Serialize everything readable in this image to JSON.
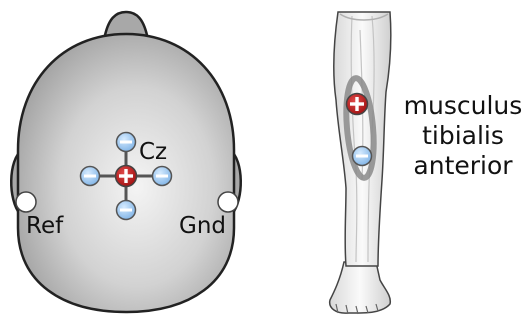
{
  "head_labels": {
    "cz": "Cz",
    "ref": "Ref",
    "gnd": "Gnd"
  },
  "leg_label": {
    "line1": "musculus",
    "line2": "tibialis",
    "line3": "anterior"
  },
  "electrode_signs": {
    "positive": "+",
    "negative": "−"
  },
  "colors": {
    "positive_fill": "#c62020",
    "negative_fill": "#a9d0f5",
    "head_fill": "#bdbdbd",
    "leg_fill": "#f2f2f2",
    "muscle_ring": "#8a8a8a"
  }
}
